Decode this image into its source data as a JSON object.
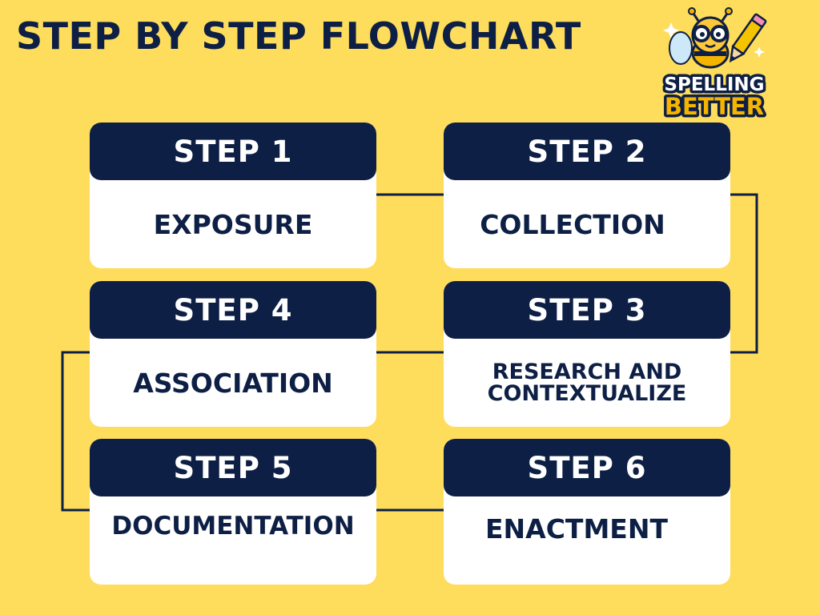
{
  "title": "STEP BY STEP FLOWCHART",
  "logo": {
    "line1": "SPELLING",
    "line2": "BETTER",
    "mascot_icon": "bee-mascot-icon",
    "pencil_icon": "pencil-icon"
  },
  "colors": {
    "background": "#FEDC5C",
    "navy": "#0D1F45",
    "card": "#FFFFFF"
  },
  "steps": [
    {
      "label": "STEP 1",
      "text": "EXPOSURE"
    },
    {
      "label": "STEP 2",
      "text": "COLLECTION"
    },
    {
      "label": "STEP 3",
      "text": "RESEARCH AND\nCONTEXTUALIZE"
    },
    {
      "label": "STEP 4",
      "text": "ASSOCIATION"
    },
    {
      "label": "STEP 5",
      "text": "DOCUMENTATION"
    },
    {
      "label": "STEP 6",
      "text": "ENACTMENT"
    }
  ]
}
